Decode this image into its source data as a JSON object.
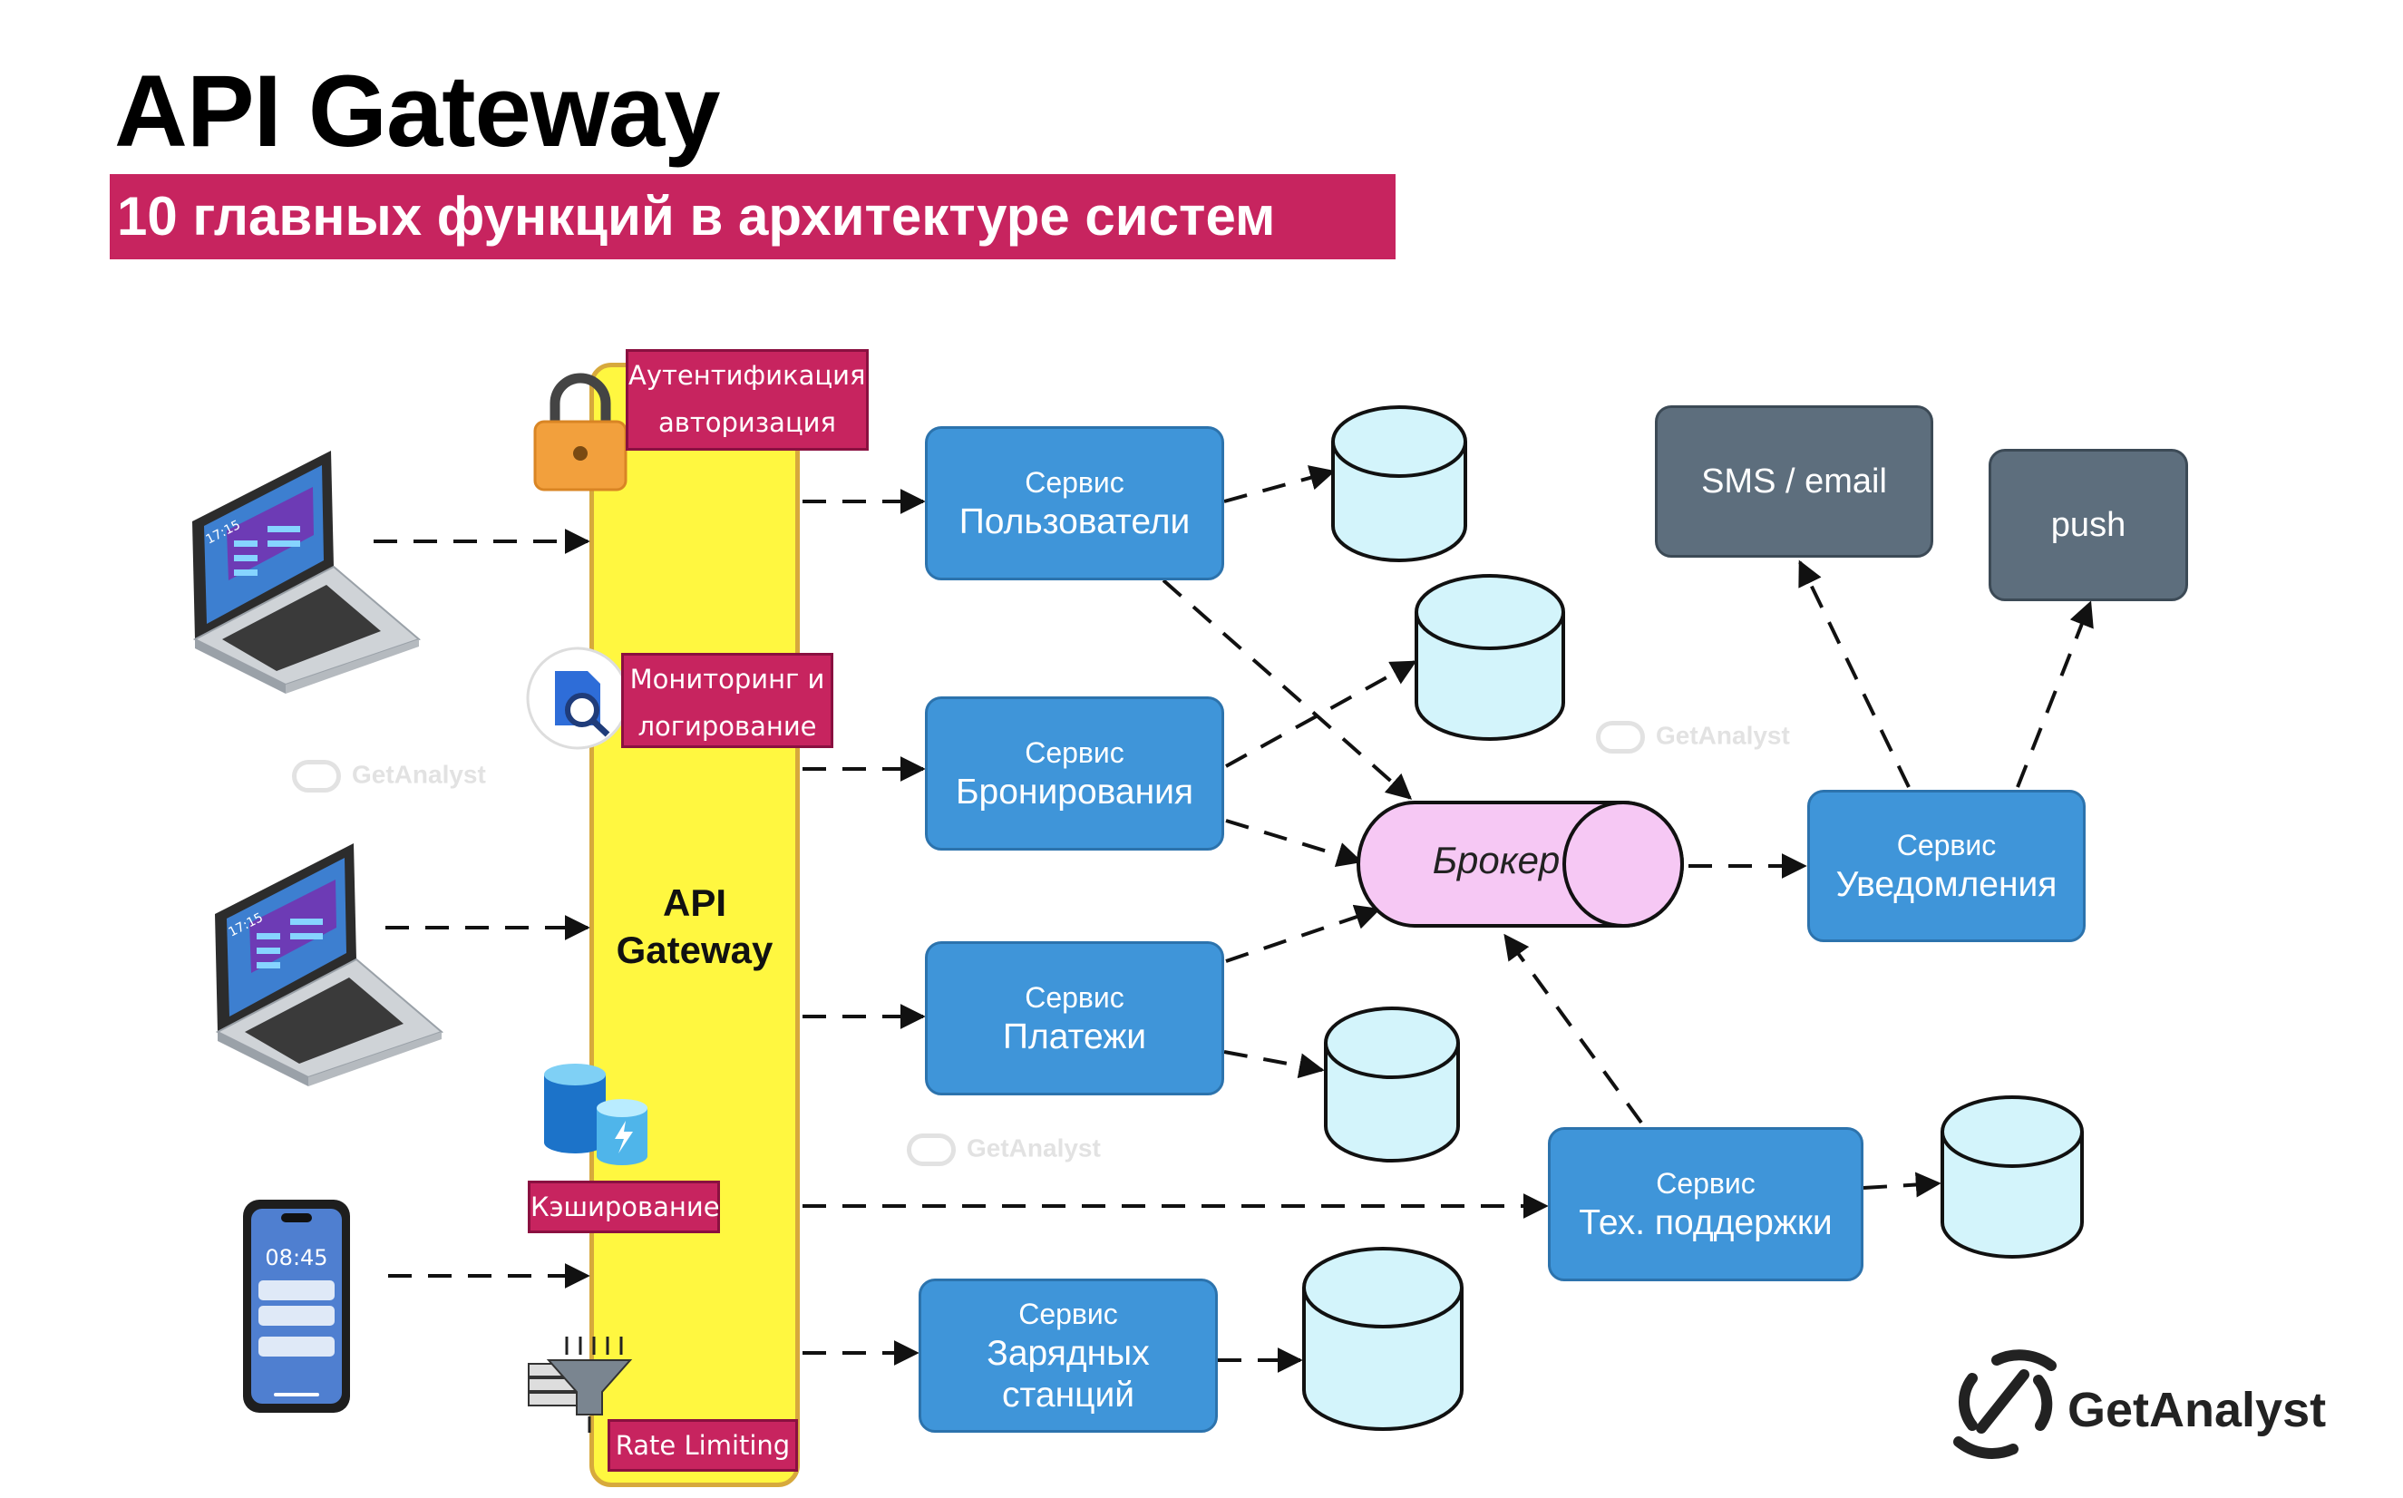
{
  "header": {
    "title": "API Gateway",
    "subtitle": "10 главных функций в архитектуре систем"
  },
  "gateway": {
    "label_line1": "API",
    "label_line2": "Gateway",
    "functions": {
      "auth_line1": "Аутентификация и",
      "auth_line2": "авторизация",
      "monitoring_line1": "Мониторинг и",
      "monitoring_line2": "логирование",
      "caching": "Кэширование",
      "rate_limiting": "Rate Limiting"
    }
  },
  "clients": {
    "laptop1_time": "17:15",
    "laptop2_time": "17:15",
    "phone_time": "08:45"
  },
  "services": {
    "users": {
      "line1": "Сервис",
      "line2": "Пользователи"
    },
    "booking": {
      "line1": "Сервис",
      "line2": "Бронирования"
    },
    "payments": {
      "line1": "Сервис",
      "line2": "Платежи"
    },
    "charging": {
      "line1": "Сервис",
      "line2": "Зарядных",
      "line3": "станций"
    },
    "support": {
      "line1": "Сервис",
      "line2": "Тех. поддержки"
    },
    "notifications": {
      "line1": "Сервис",
      "line2": "Уведомления"
    }
  },
  "broker": {
    "label": "Брокер"
  },
  "channels": {
    "sms_email": "SMS / email",
    "push": "push"
  },
  "branding": {
    "watermark": "GetAnalyst",
    "logo": "GetAnalyst"
  },
  "colors": {
    "accent": "#c7245f",
    "gateway": "#fff740",
    "service": "#3f95d9",
    "database": "#d3f4fb",
    "broker": "#f6c8f4",
    "channel": "#5d6e7d"
  }
}
